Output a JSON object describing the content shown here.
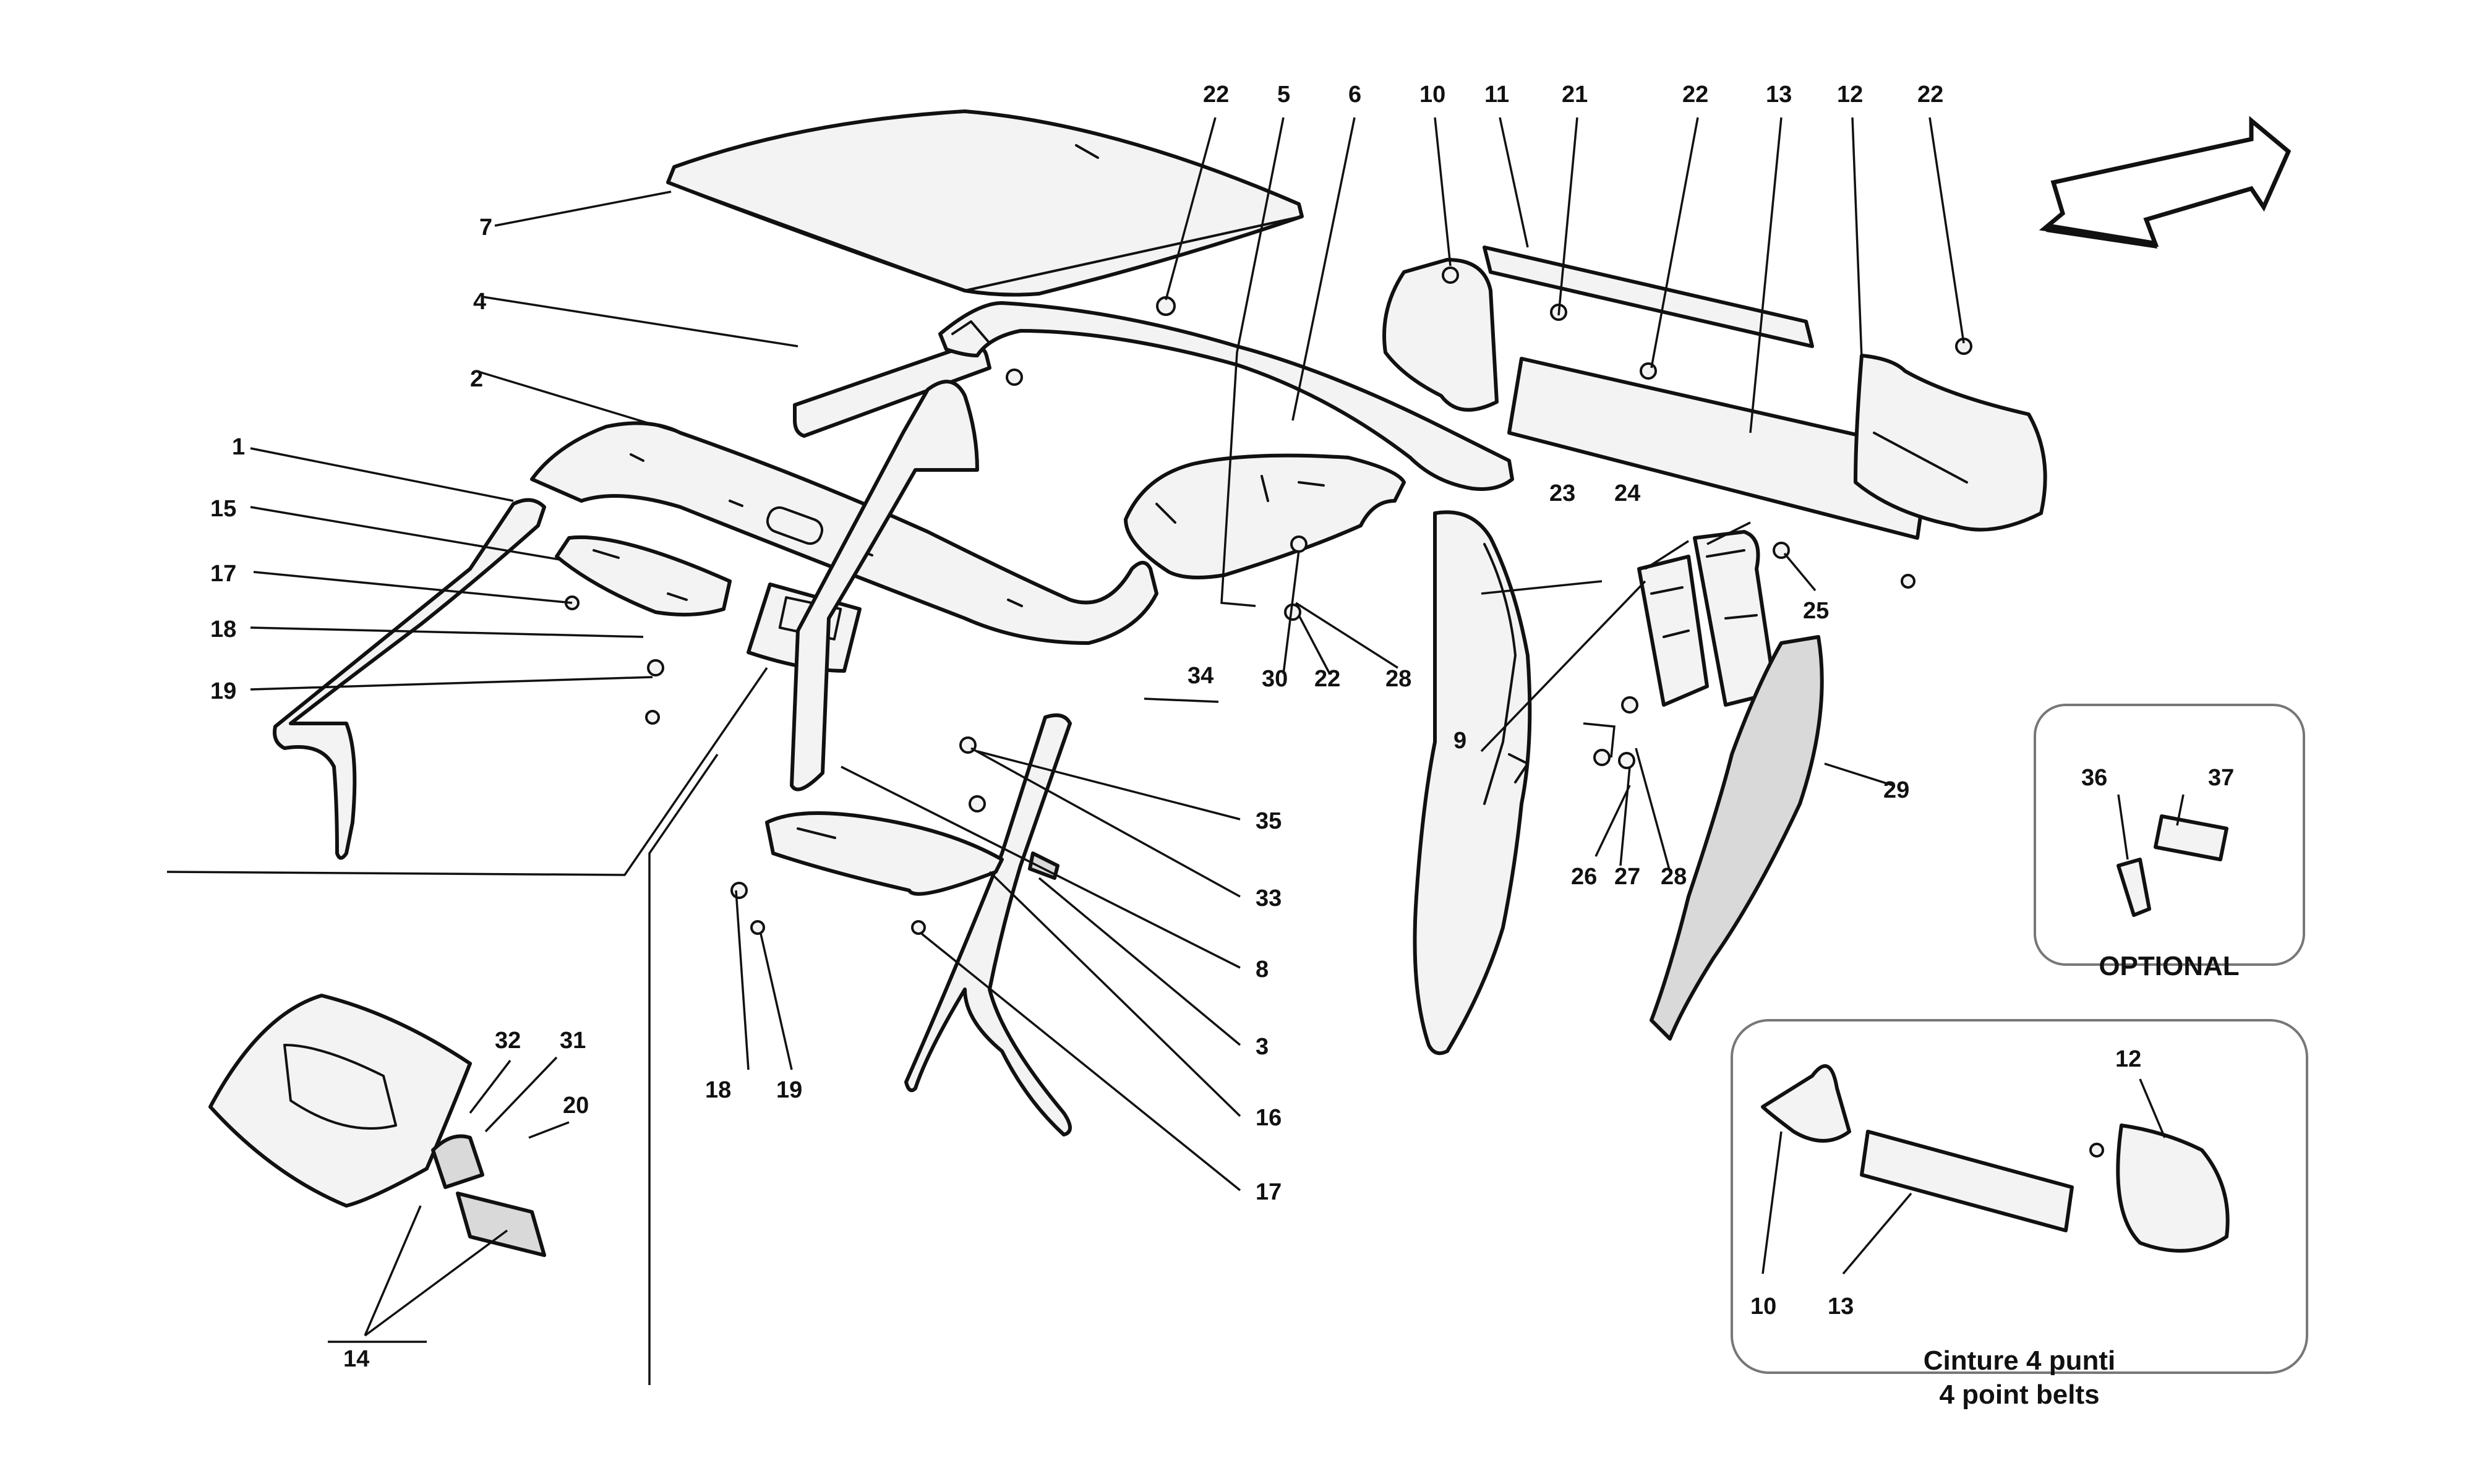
{
  "optional_box": {
    "title": "OPTIONAL"
  },
  "belts_box": {
    "line1": "Cinture 4 punti",
    "line2": "4 point belts"
  },
  "callouts": {
    "c1": "1",
    "c2": "2",
    "c3": "3",
    "c4": "4",
    "c5": "5",
    "c6": "6",
    "c7": "7",
    "c8": "8",
    "c9": "9",
    "c10a": "10",
    "c10b": "10",
    "c11": "11",
    "c12a": "12",
    "c12b": "12",
    "c13a": "13",
    "c13b": "13",
    "c14": "14",
    "c15": "15",
    "c16": "16",
    "c17a": "17",
    "c17b": "17",
    "c18a": "18",
    "c18b": "18",
    "c19a": "19",
    "c19b": "19",
    "c20": "20",
    "c21": "21",
    "c22a": "22",
    "c22b": "22",
    "c22c": "22",
    "c22d": "22",
    "c23": "23",
    "c24": "24",
    "c25": "25",
    "c26": "26",
    "c27": "27",
    "c28a": "28",
    "c28b": "28",
    "c29": "29",
    "c30": "30",
    "c31": "31",
    "c32": "32",
    "c33": "33",
    "c34": "34",
    "c35": "35",
    "c36": "36",
    "c37": "37"
  }
}
